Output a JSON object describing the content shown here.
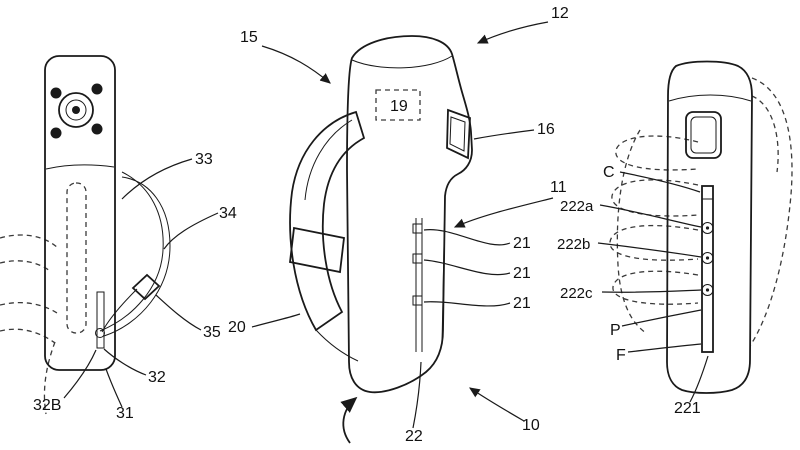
{
  "colors": {
    "ink": "#1a1a1a",
    "background": "#ffffff"
  },
  "figures": {
    "left": {
      "labels": {
        "n33": "33",
        "n34": "34",
        "n35": "35",
        "n32": "32",
        "n32B": "32B",
        "n31": "31"
      }
    },
    "middle": {
      "labels": {
        "n15": "15",
        "n12": "12",
        "n19": "19",
        "n16": "16",
        "n11": "11",
        "n21a": "21",
        "n21b": "21",
        "n21c": "21",
        "n20": "20",
        "n22": "22",
        "n10": "10"
      }
    },
    "right": {
      "labels": {
        "nC": "C",
        "n222a": "222a",
        "n222b": "222b",
        "n222c": "222c",
        "nP": "P",
        "nF": "F",
        "n221": "221"
      }
    }
  }
}
